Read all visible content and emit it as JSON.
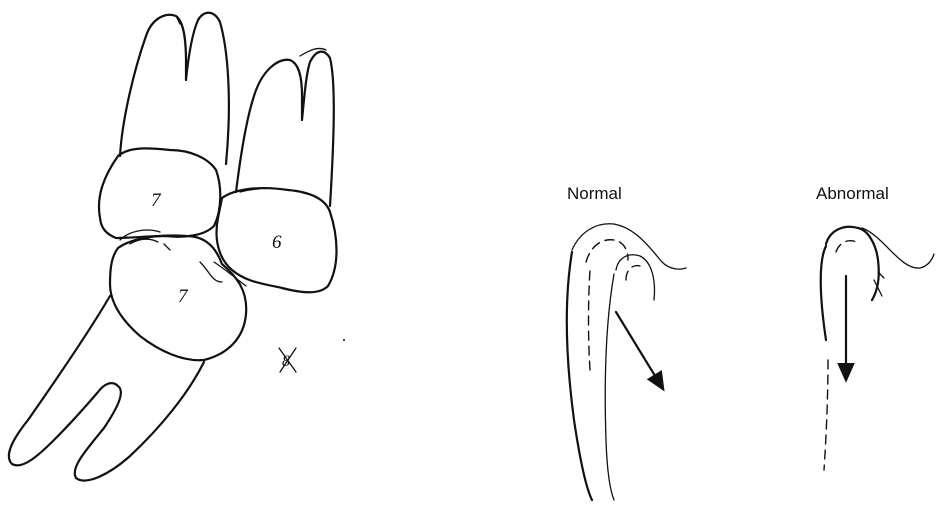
{
  "teeth": {
    "upper_second_molar": "7",
    "upper_first_molar": "6",
    "lower_second_molar": "7",
    "crossed_out": "8"
  },
  "panels": {
    "normal": {
      "title": "Normal"
    },
    "abnormal": {
      "title": "Abnormal"
    }
  }
}
